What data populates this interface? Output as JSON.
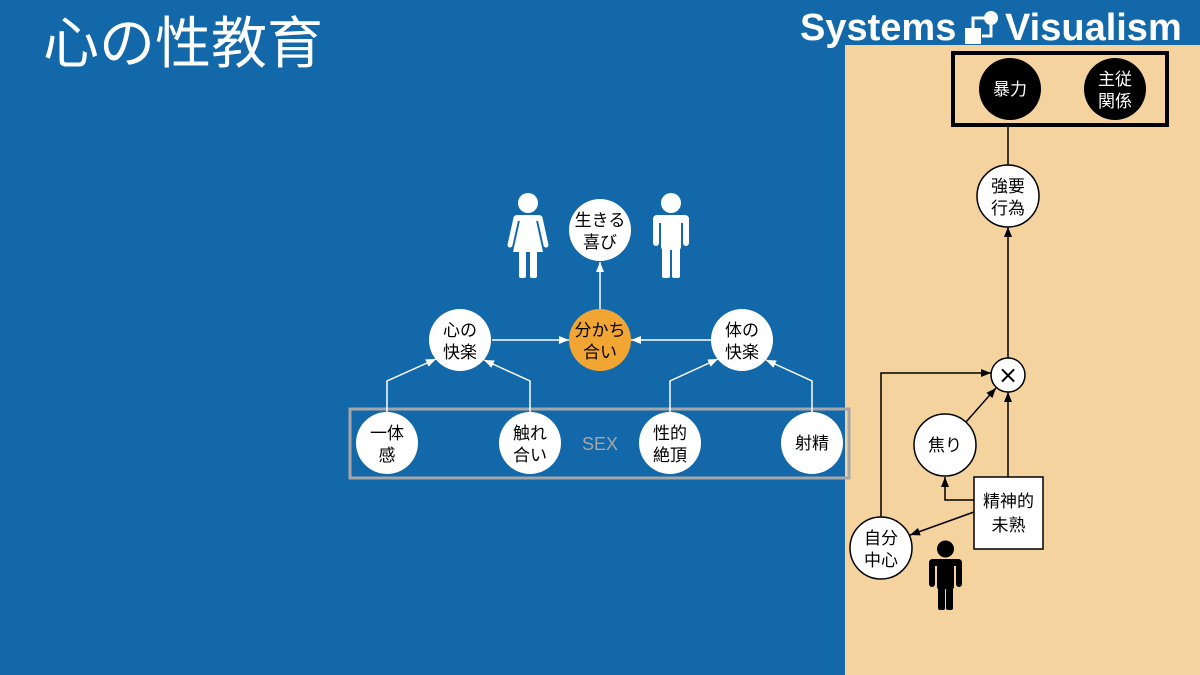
{
  "title": "心の性教育",
  "logo": {
    "word_left": "Systems",
    "word_right": "Visualism",
    "icon": "network-node-icon"
  },
  "colors": {
    "background_blue": "#1268a9",
    "panel_tan": "#f4d39f",
    "highlight_orange": "#f1a532",
    "node_black": "#000000",
    "group_gray": "#a6a6a6"
  },
  "left_diagram": {
    "goal": [
      "生きる",
      "喜び"
    ],
    "center": [
      "分かち",
      "合い"
    ],
    "mental_pleasure": [
      "心の",
      "快楽"
    ],
    "physical_pleasure": [
      "体の",
      "快楽"
    ],
    "unity": [
      "一体",
      "感"
    ],
    "touching": [
      "触れ",
      "合い"
    ],
    "orgasm": [
      "性的",
      "絶頂"
    ],
    "ejaculation": [
      "射精"
    ],
    "group_label": "SEX",
    "icons": [
      "female-person-icon",
      "male-person-icon"
    ]
  },
  "right_diagram": {
    "violence": [
      "暴力"
    ],
    "dominance": [
      "主従",
      "関係"
    ],
    "coercion": [
      "強要",
      "行為"
    ],
    "operator": "×",
    "impatience": [
      "焦り"
    ],
    "immaturity": [
      "精神的",
      "未熟"
    ],
    "self_centered": [
      "自分",
      "中心"
    ],
    "icons": [
      "person-icon"
    ]
  }
}
